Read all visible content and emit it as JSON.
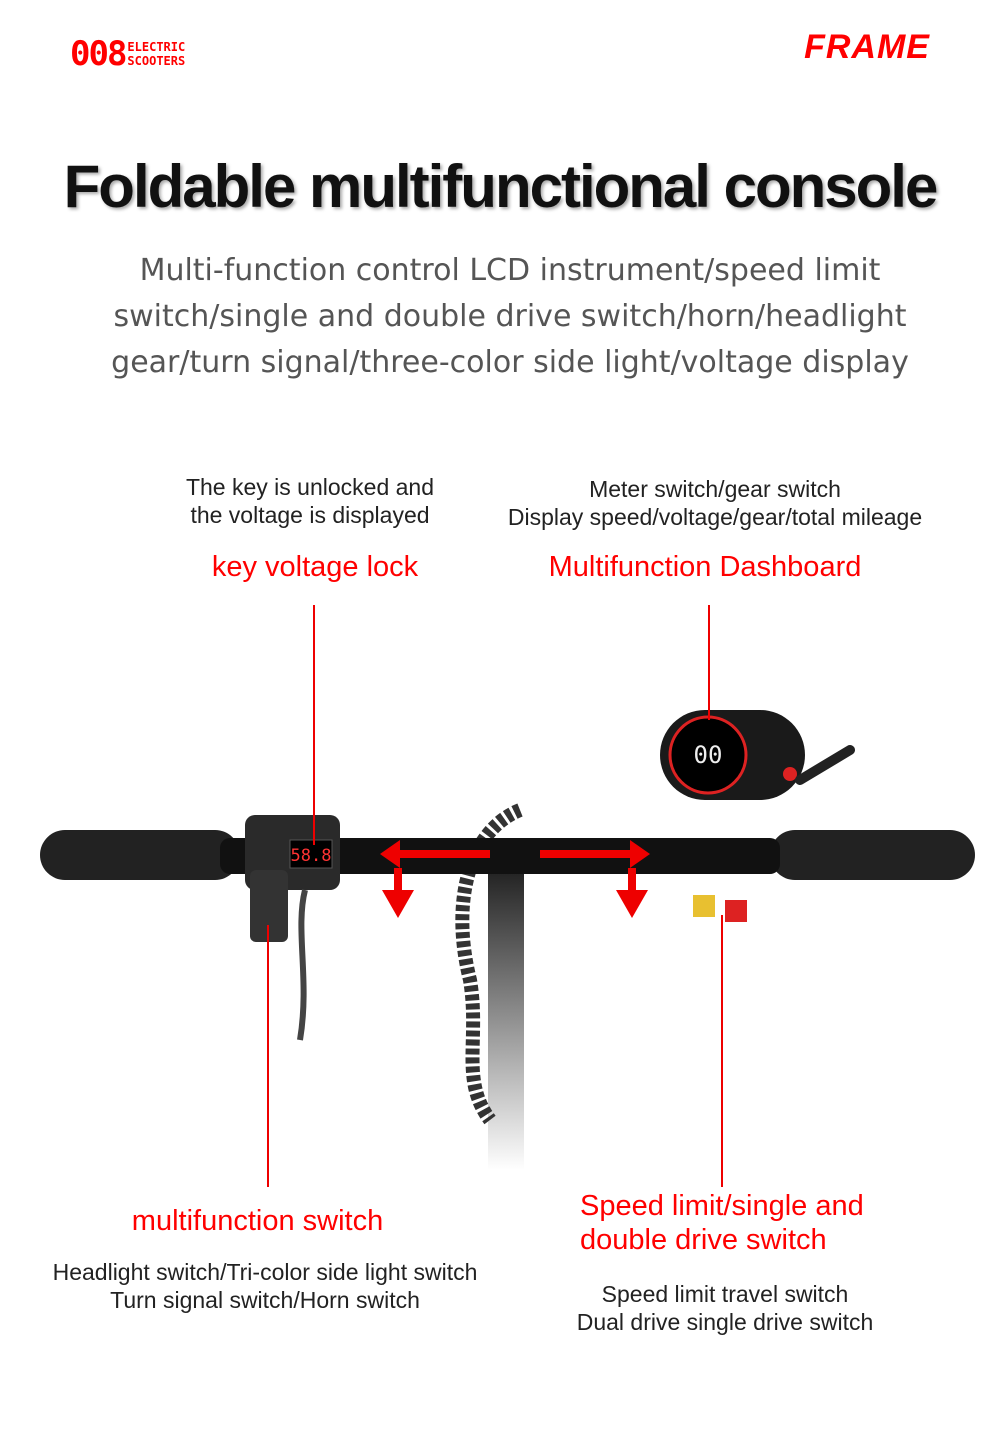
{
  "header": {
    "logo_number": "008",
    "logo_line1": "ELECTRIC",
    "logo_line2": "SCOOTERS",
    "brand": "FRAME"
  },
  "title": "Foldable multifunctional console",
  "subtitle": "Multi-function control LCD instrument/speed limit switch/single and double drive switch/horn/headlight gear/turn signal/three-color side light/voltage display",
  "callouts": {
    "key_lock": {
      "label": "key voltage lock",
      "desc1": "The key is unlocked and",
      "desc2": "the voltage is displayed"
    },
    "dashboard": {
      "label": "Multifunction Dashboard",
      "desc1": "Meter switch/gear switch",
      "desc2": "Display speed/voltage/gear/total mileage"
    },
    "multi_switch": {
      "label": "multifunction switch",
      "desc1": "Headlight switch/Tri-color side light switch",
      "desc2": "Turn signal switch/Horn switch"
    },
    "speed_switch": {
      "label1": "Speed limit/single and",
      "label2": "double drive switch",
      "desc1": "Speed limit travel switch",
      "desc2": "Dual drive single drive switch"
    }
  },
  "product": {
    "voltage_display": "58.8",
    "dashboard_speed": "00",
    "accent": "#ff0000"
  }
}
